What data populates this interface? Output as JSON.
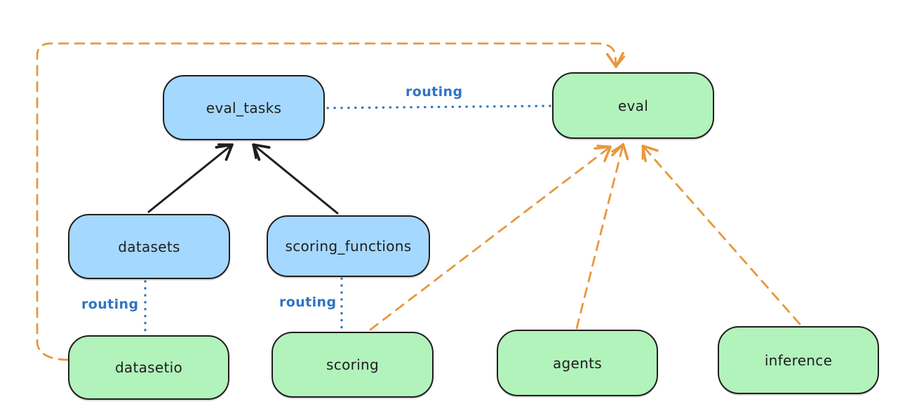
{
  "colors": {
    "background": "#ffffff",
    "node_stroke": "#1e1e1e",
    "blue_node_fill": "#a5d8ff",
    "green_node_fill": "#b2f2bb",
    "routing_label_blue": "#2f74c1",
    "routing_line_blue": "#2f74c1",
    "solid_arrow_black": "#1e1e1e",
    "dashed_arrow_orange": "#e8973c"
  },
  "nodes": [
    {
      "id": "eval_tasks",
      "label": "eval_tasks",
      "fill": "blue"
    },
    {
      "id": "eval",
      "label": "eval",
      "fill": "green"
    },
    {
      "id": "datasets",
      "label": "datasets",
      "fill": "blue"
    },
    {
      "id": "scoring_functions",
      "label": "scoring_functions",
      "fill": "blue"
    },
    {
      "id": "datasetio",
      "label": "datasetio",
      "fill": "green"
    },
    {
      "id": "scoring",
      "label": "scoring",
      "fill": "green"
    },
    {
      "id": "agents",
      "label": "agents",
      "fill": "green"
    },
    {
      "id": "inference",
      "label": "inference",
      "fill": "green"
    }
  ],
  "edges": [
    {
      "from": "datasets",
      "to": "eval_tasks",
      "style": "solid-arrow",
      "color": "black"
    },
    {
      "from": "scoring_functions",
      "to": "eval_tasks",
      "style": "solid-arrow",
      "color": "black"
    },
    {
      "from": "eval_tasks",
      "to": "eval",
      "style": "dotted-line",
      "color": "blue",
      "label": "routing"
    },
    {
      "from": "datasets",
      "to": "datasetio",
      "style": "dotted-line",
      "color": "blue",
      "label": "routing"
    },
    {
      "from": "scoring_functions",
      "to": "scoring",
      "style": "dotted-line",
      "color": "blue",
      "label": "routing"
    },
    {
      "from": "scoring",
      "to": "eval",
      "style": "dashed-arrow",
      "color": "orange"
    },
    {
      "from": "agents",
      "to": "eval",
      "style": "dashed-arrow",
      "color": "orange"
    },
    {
      "from": "inference",
      "to": "eval",
      "style": "dashed-arrow",
      "color": "orange"
    },
    {
      "from": "datasetio",
      "to": "eval",
      "style": "dashed-arrow",
      "color": "orange",
      "route": "left-top-loop"
    }
  ]
}
